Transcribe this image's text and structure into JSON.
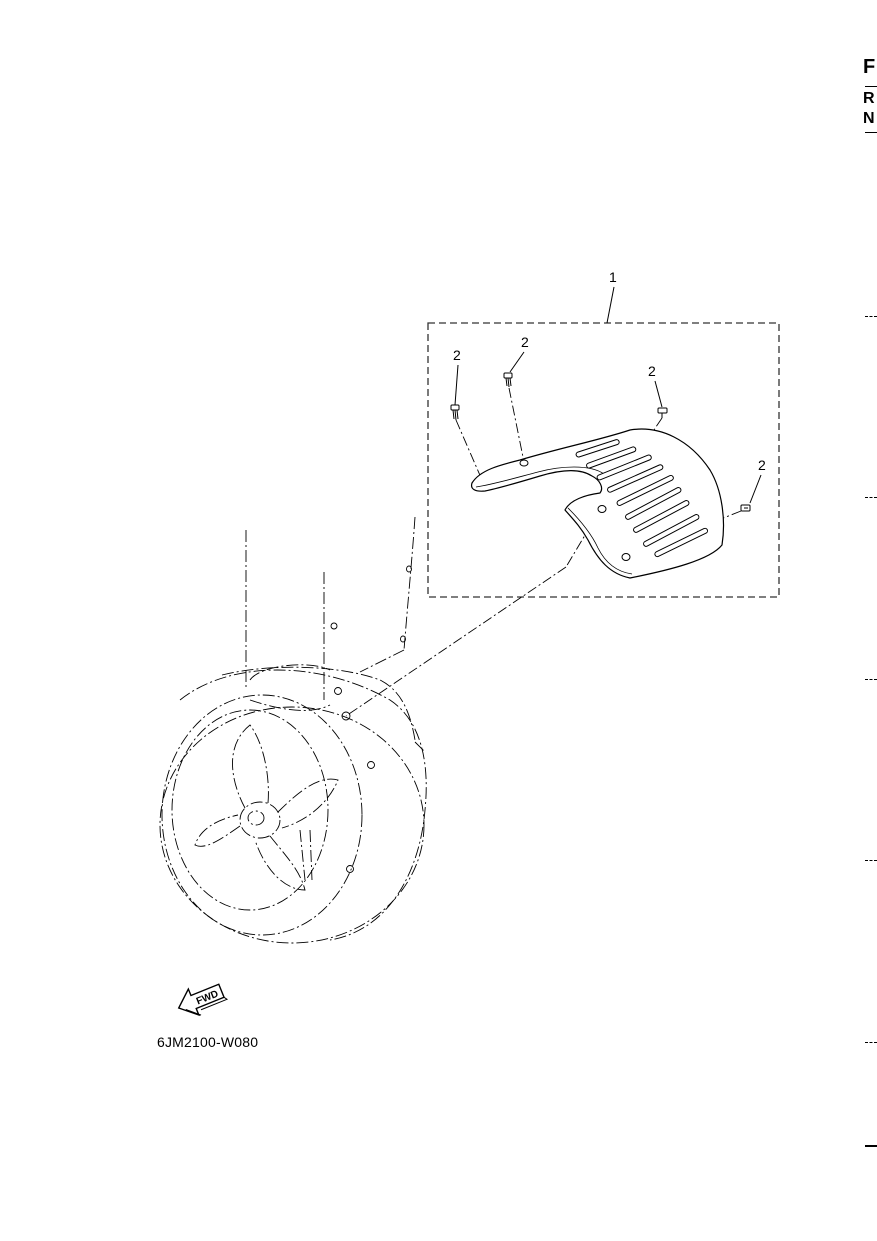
{
  "diagram": {
    "part_callouts": [
      {
        "id": "callout-1",
        "label": "1"
      },
      {
        "id": "callout-2a",
        "label": "2"
      },
      {
        "id": "callout-2b",
        "label": "2"
      },
      {
        "id": "callout-2c",
        "label": "2"
      },
      {
        "id": "callout-2d",
        "label": "2"
      }
    ],
    "fwd_label": "FWD",
    "drawing_code": "6JM2100-W080"
  },
  "edge_letters": [
    "F",
    "R",
    "N"
  ]
}
